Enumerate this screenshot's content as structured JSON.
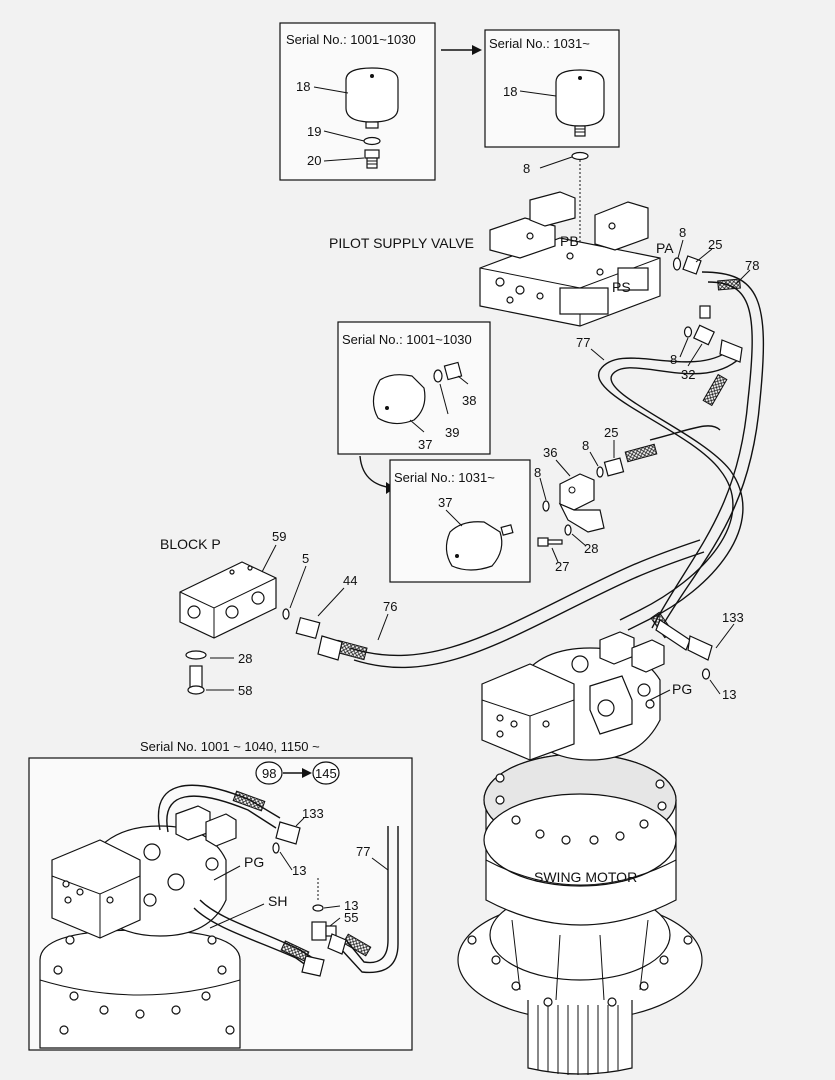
{
  "serial_boxes": {
    "top_left": "Serial No.: 1001~1030",
    "top_right": "Serial No.: 1031~",
    "mid_upper": "Serial No.: 1001~1030",
    "mid_lower": "Serial No.: 1031~",
    "bottom_left": "Serial No. 1001 ~ 1040,  1150 ~"
  },
  "captions": {
    "pilot_supply_valve": "PILOT SUPPLY VALVE",
    "block_p": "BLOCK  P",
    "swing_motor": "SWING MOTOR",
    "port_pb": "PB",
    "port_pa": "PA",
    "port_ps": "PS",
    "port_pg": "PG",
    "port_pg_inset": "PG",
    "port_sh": "SH"
  },
  "callouts": {
    "c18a": "18",
    "c19": "19",
    "c20": "20",
    "c18b": "18",
    "c8a": "8",
    "c8b": "8",
    "c25a": "25",
    "c78": "78",
    "c77": "77",
    "c8c": "8",
    "c32": "32",
    "c38": "38",
    "c39": "39",
    "c37a": "37",
    "c36": "36",
    "c8d": "8",
    "c25b": "25",
    "c8e": "8",
    "c37b": "37",
    "c28a": "28",
    "c27": "27",
    "c59": "59",
    "c5": "5",
    "c44": "44",
    "c76": "76",
    "c28b": "28",
    "c58": "58",
    "c133a": "133",
    "c13a": "13",
    "c98": "98",
    "c145": "145",
    "c133b": "133",
    "c13b": "13",
    "c77b": "77",
    "c13c": "13",
    "c55": "55"
  }
}
